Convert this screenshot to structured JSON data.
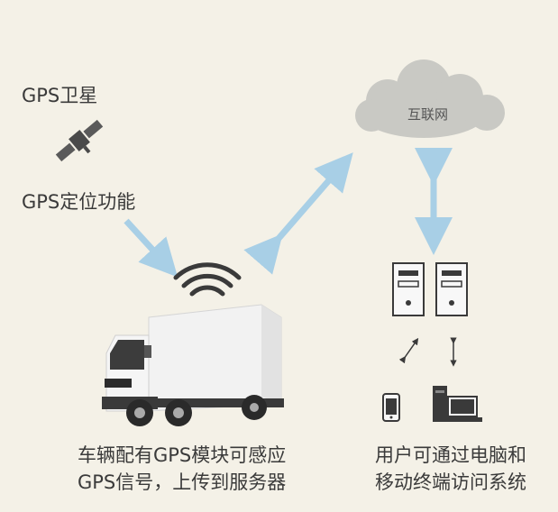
{
  "gps_satellite_label": "GPS卫星",
  "gps_function_label": "GPS定位功能",
  "internet_label": "互联网",
  "vehicle_caption_line1": "车辆配有GPS模块可感应",
  "vehicle_caption_line2": "GPS信号，上传到服务器",
  "user_caption_line1": "用户可通过电脑和",
  "user_caption_line2": "移动终端访问系统",
  "colors": {
    "background": "#f4f1e7",
    "arrow": "#a8cfe6",
    "text": "#3a3a3a",
    "cloud": "#c9c9c4",
    "icon_dark": "#3a3a3a"
  }
}
